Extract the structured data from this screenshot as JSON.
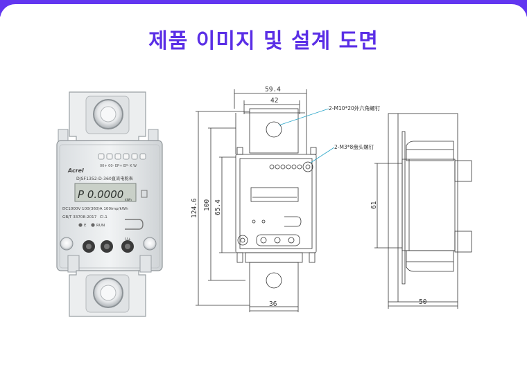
{
  "page": {
    "title": "제품 이미지 및 설계 도면"
  },
  "colors": {
    "accent": "#5a2ee6",
    "bar": "#6236f0",
    "line": "#333333",
    "leader": "#2aa6c8"
  },
  "product": {
    "brand": "Acrel",
    "model": "DJSF1352-D-360直流电能表",
    "display": "P 0.0000",
    "unit": "kWh",
    "spec": "DC1000V 100(360)A 100imp/kWh",
    "standard": "GB/T 33708-2017",
    "class": "Cl.1",
    "led_labels": "00+ 00- EP+ EP-  K  W",
    "indicator_e": "E",
    "indicator_run": "RUN",
    "terminal_label": "U+"
  },
  "drawing": {
    "dim_59_4": "59.4",
    "dim_42": "42",
    "dim_124_6": "124.6",
    "dim_100": "100",
    "dim_65_4": "65.4",
    "dim_36": "36",
    "dim_61": "61",
    "dim_50": "50",
    "note_bolt": "2-M10*20外六角螺钉",
    "note_screw": "2-M3*8盘头螺钉"
  }
}
